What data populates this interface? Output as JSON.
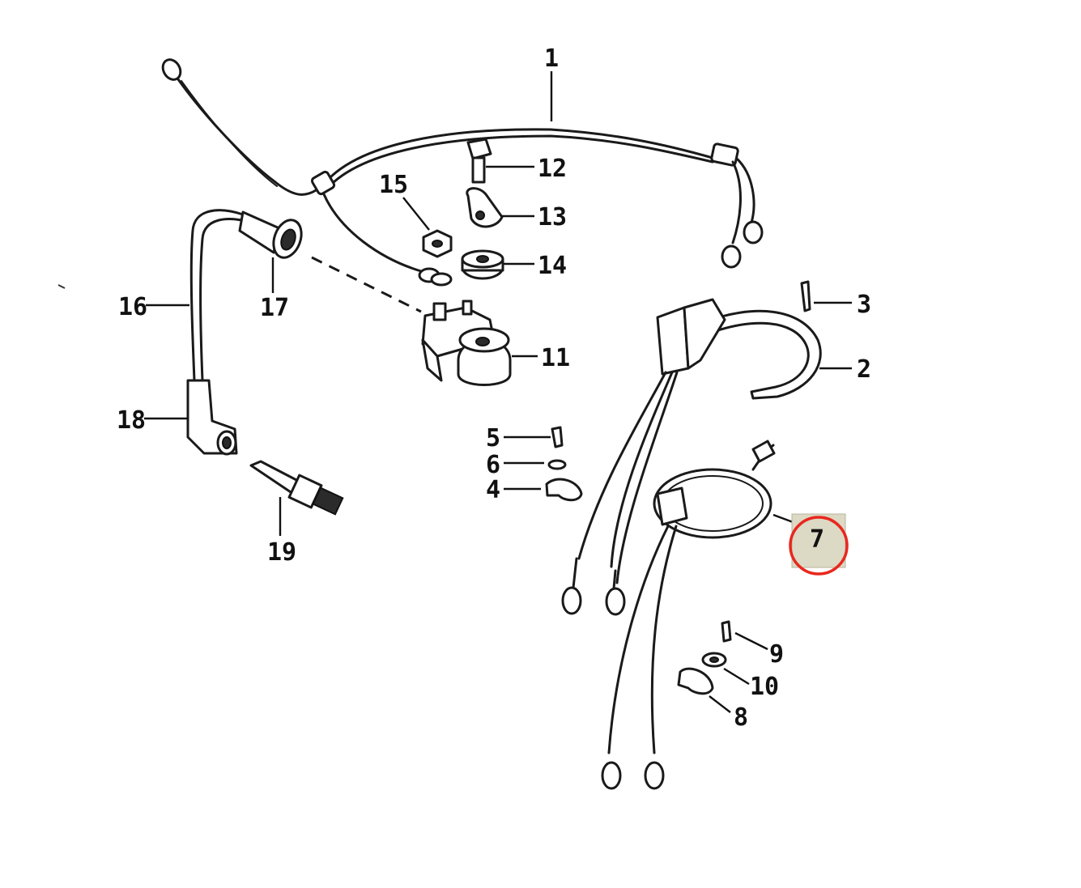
{
  "callouts": {
    "c1": "1",
    "c2": "2",
    "c3": "3",
    "c4": "4",
    "c5": "5",
    "c6": "6",
    "c7": "7",
    "c8": "8",
    "c9": "9",
    "c10": "10",
    "c11": "11",
    "c12": "12",
    "c13": "13",
    "c14": "14",
    "c15": "15",
    "c16": "16",
    "c17": "17",
    "c18": "18",
    "c19": "19"
  },
  "highlight": {
    "part_number": "7",
    "marker_color": "#e8281e",
    "box_color": "#dcd9c4"
  }
}
